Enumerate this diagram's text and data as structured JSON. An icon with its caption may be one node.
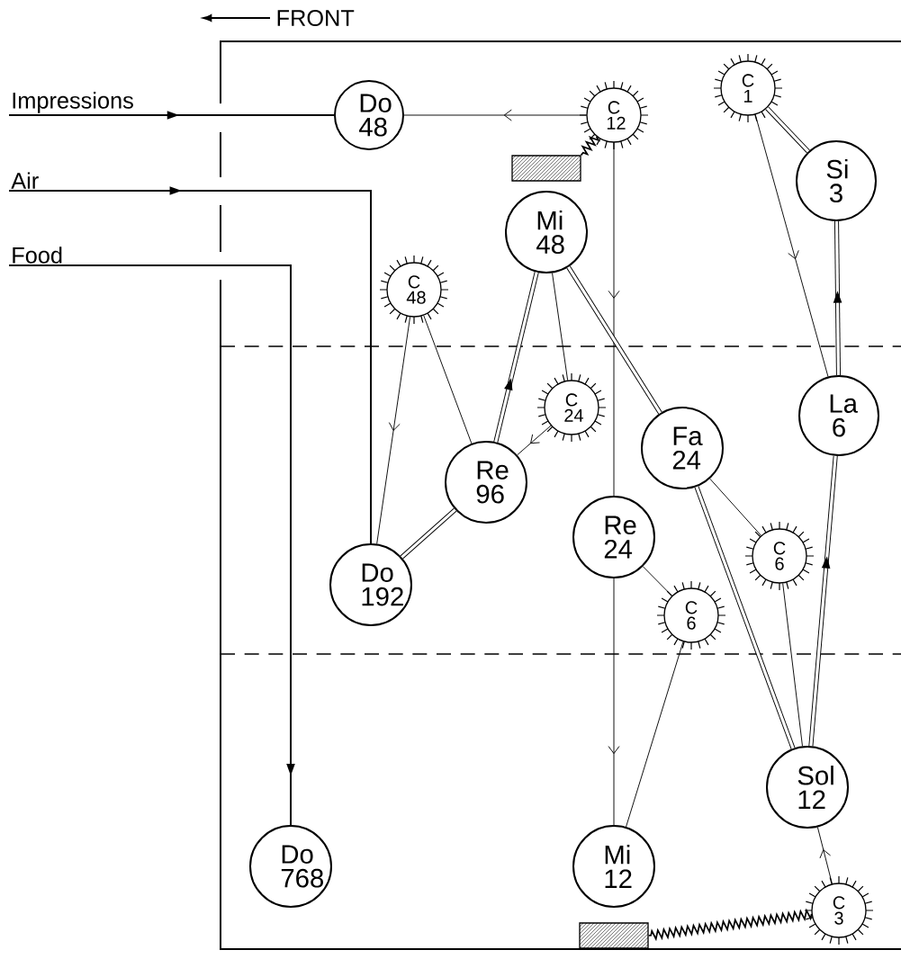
{
  "diagram": {
    "nodes": [
      {
        "text": [
          "Impressions"
        ]
      },
      {
        "text": [
          "Air"
        ]
      },
      {
        "text": [
          "Food"
        ]
      },
      {
        "text": [
          "Do 48"
        ]
      },
      {
        "text": [
          "C 12"
        ]
      },
      {
        "text": [
          "C 1"
        ]
      },
      {
        "text": [
          "Si 3"
        ]
      },
      {
        "text": [
          "Mi 48"
        ]
      },
      {
        "text": [
          "C 48"
        ]
      },
      {
        "text": [
          "C 24"
        ]
      },
      {
        "text": [
          "Fa 24"
        ]
      },
      {
        "text": [
          "La 6"
        ]
      },
      {
        "text": [
          "Re 96"
        ]
      },
      {
        "text": [
          "Re 24"
        ]
      },
      {
        "text": [
          "C 6"
        ]
      },
      {
        "text": [
          "Do 192"
        ]
      },
      {
        "text": [
          "C 6"
        ]
      },
      {
        "text": [
          "Sol 12"
        ]
      },
      {
        "text": [
          "Mi 12"
        ]
      },
      {
        "text": [
          "Do 768"
        ]
      },
      {
        "text": [
          "C 3"
        ]
      },
      {
        "text": [],
        "shape": "box"
      },
      {
        "text": [],
        "shape": "box"
      }
    ],
    "edges": [
      {
        "from": 0,
        "to": 3,
        "arrow": "to"
      },
      {
        "from": 1,
        "to": 15,
        "arrow": "to"
      },
      {
        "from": 2,
        "to": 19,
        "arrow": "to"
      },
      {
        "from": 4,
        "to": 3,
        "arrow": "to"
      },
      {
        "from": 4,
        "to": 13,
        "arrow": "to"
      },
      {
        "from": 13,
        "to": 18,
        "arrow": "to"
      },
      {
        "from": 5,
        "to": 11,
        "arrow": "to"
      },
      {
        "from": 5,
        "to": 6,
        "arrow": "none",
        "style": "thick"
      },
      {
        "from": 11,
        "to": 6,
        "arrow": "to",
        "style": "thick"
      },
      {
        "from": 7,
        "to": 10,
        "arrow": "none",
        "style": "thick"
      },
      {
        "from": 12,
        "to": 7,
        "arrow": "to",
        "style": "thick"
      },
      {
        "from": 7,
        "to": 9,
        "arrow": "none"
      },
      {
        "from": 8,
        "to": 15,
        "arrow": "to"
      },
      {
        "from": 8,
        "to": 12,
        "arrow": "none"
      },
      {
        "from": 9,
        "to": 12,
        "arrow": "to"
      },
      {
        "from": 15,
        "to": 12,
        "arrow": "none",
        "style": "thick"
      },
      {
        "from": 10,
        "to": 14,
        "arrow": "none"
      },
      {
        "from": 10,
        "to": 17,
        "arrow": "none",
        "style": "thick"
      },
      {
        "from": 14,
        "to": 17,
        "arrow": "none"
      },
      {
        "from": 17,
        "to": 11,
        "arrow": "to",
        "style": "thick"
      },
      {
        "from": 13,
        "to": 16,
        "arrow": "none"
      },
      {
        "from": 16,
        "to": 18,
        "arrow": "none"
      },
      {
        "from": 20,
        "to": 17,
        "arrow": "to"
      },
      {
        "from": 4,
        "to": 21,
        "arrow": "other"
      },
      {
        "from": 20,
        "to": 22,
        "arrow": "other"
      }
    ],
    "labels": [
      "FRONT"
    ]
  }
}
